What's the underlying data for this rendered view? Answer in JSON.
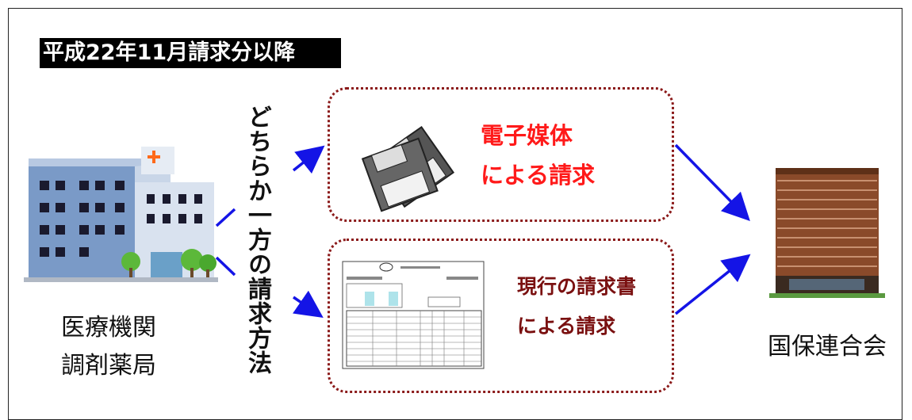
{
  "header": {
    "title": "平成22年11月請求分以降"
  },
  "left": {
    "line1": "医療機関",
    "line2": "調剤薬局"
  },
  "middle": {
    "choice_text": "どちらか一方の請求方法"
  },
  "options": {
    "electronic": {
      "line1": "電子媒体",
      "line2": "による請求"
    },
    "paper": {
      "line1": "現行の請求書",
      "line2": "による請求"
    }
  },
  "right": {
    "label": "国保連合会"
  },
  "colors": {
    "arrow": "#1414e6",
    "dotted_border": "#8b1a1a",
    "electronic_text": "#ff1a1a",
    "paper_text": "#7a1010"
  },
  "icons": [
    "hospital-icon",
    "floppy-disks-icon",
    "claim-form-icon",
    "office-tower-icon"
  ]
}
